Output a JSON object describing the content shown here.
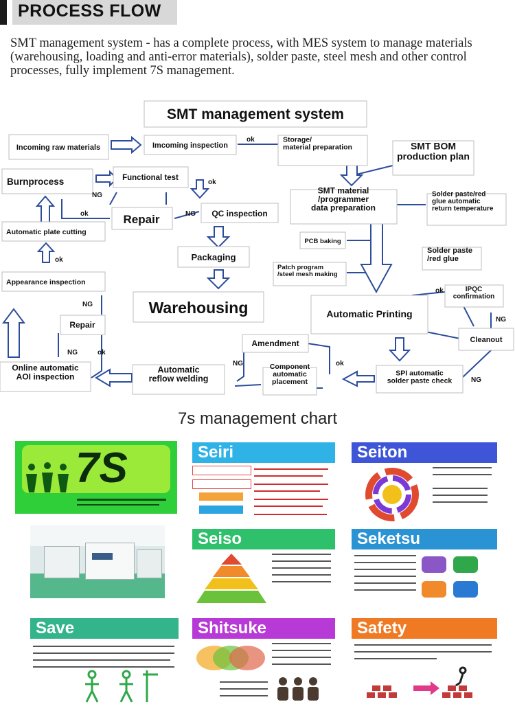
{
  "header": {
    "title": "PROCESS FLOW"
  },
  "intro": "SMT management system - has a complete process, with MES system to manage materials (warehousing, loading and anti-error materials), solder paste, steel mesh and other control processes, fully implement 7S management.",
  "flow": {
    "title": "SMT management system",
    "incoming": "Incoming raw materials",
    "incoming_insp": "Imcoming inspection",
    "storage": "Storage/\nmaterial preparation",
    "bom": "SMT BOM\nproduction plan",
    "burn": "Burnprocess",
    "functional": "Functional test",
    "repair_big": "Repair",
    "qc": "QC inspection",
    "smt_material": "SMT material\n/programmer\ndata preparation",
    "solder_temp": "Solder paste/red\nglue automatic\nreturn temperature",
    "auto_cut": "Automatic plate cutting",
    "pcb_baking": "PCB baking",
    "packaging": "Packaging",
    "solder_red": "Solder paste\n/red glue",
    "patch": "Patch program\n/steel mesh making",
    "appearance": "Appearance inspection",
    "warehousing": "Warehousing",
    "ipqc": "IPQC\nconfirmation",
    "auto_print": "Automatic Printing",
    "repair_small": "Repair",
    "cleanout": "Cleanout",
    "amendment": "Amendment",
    "aoi": "Online automatic\nAOI inspection",
    "reflow": "Automatic\nreflow welding",
    "component": "Component\nautomatic\nplacement",
    "spi": "SPI automatic\nsolder paste check",
    "ok": "ok",
    "ng": "NG"
  },
  "chart": {
    "title": "7s management chart",
    "logo_text": "7S",
    "panels": [
      {
        "title": "Seiri",
        "color": "#2fb3e6"
      },
      {
        "title": "Seiton",
        "color": "#3d55d6"
      },
      {
        "title": "Seiso",
        "color": "#2ec06a"
      },
      {
        "title": "Seketsu",
        "color": "#2a93d4"
      },
      {
        "title": "Save",
        "color": "#34b48a"
      },
      {
        "title": "Shitsuke",
        "color": "#b83ad6"
      },
      {
        "title": "Safety",
        "color": "#f07a24"
      }
    ]
  }
}
